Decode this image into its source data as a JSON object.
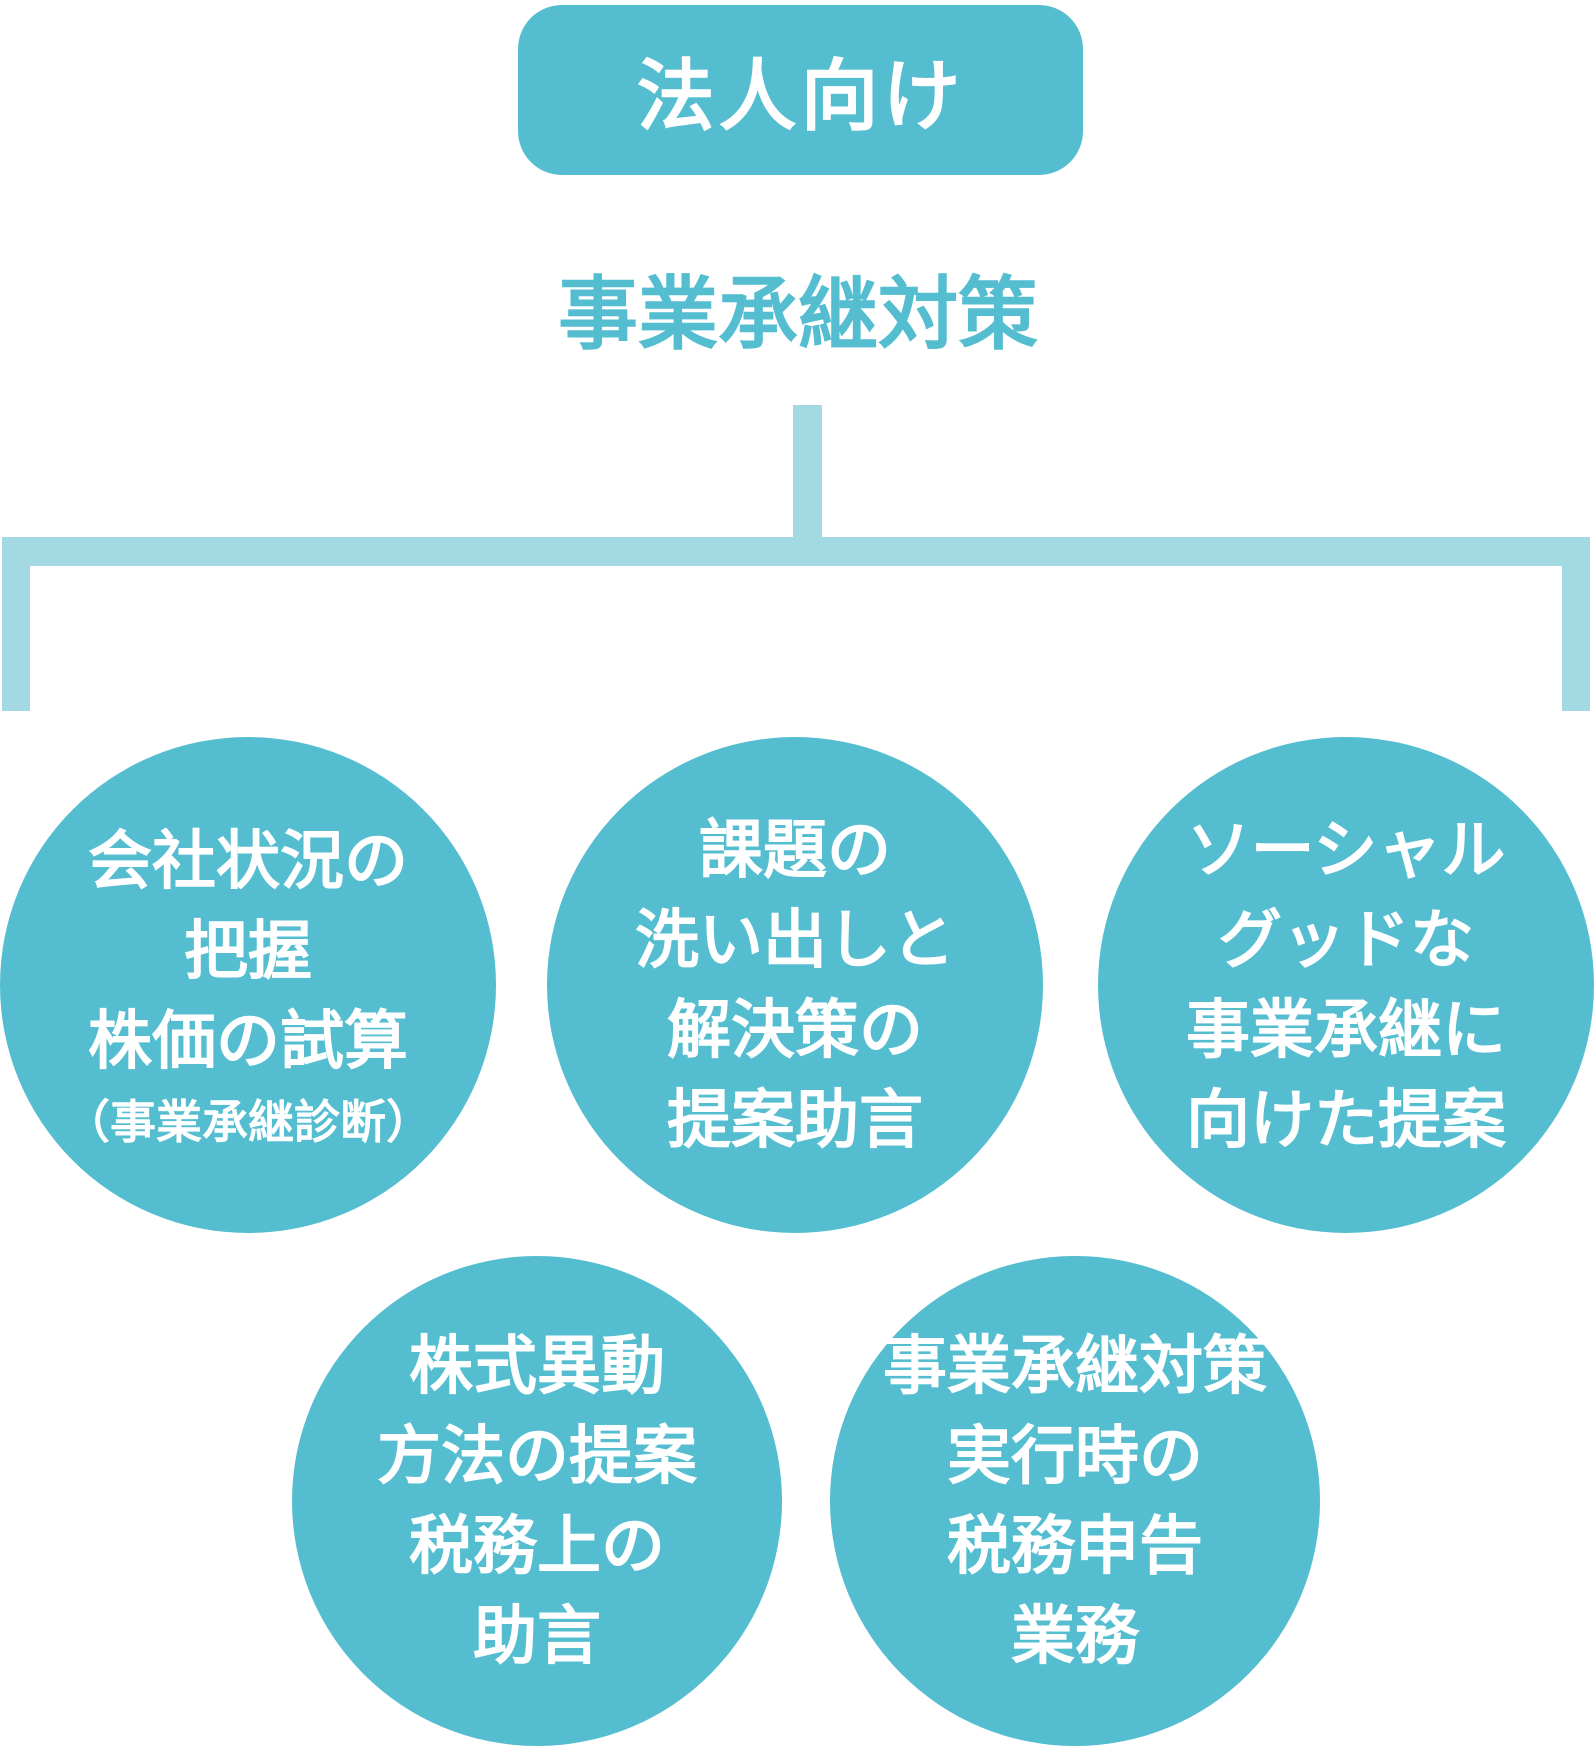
{
  "badge": {
    "label": "法人向け"
  },
  "title": "事業承継対策",
  "colors": {
    "primary": "#54bdd0",
    "connector": "#a3d9e3",
    "background": "#ffffff",
    "text_on_primary": "#ffffff"
  },
  "circles": [
    {
      "name": "company-status-assessment",
      "lines": [
        "会社状況の",
        "把握",
        "株価の試算"
      ],
      "note": "（事業承継診断）"
    },
    {
      "name": "issue-identification",
      "lines": [
        "課題の",
        "洗い出しと",
        "解決策の",
        "提案助言"
      ]
    },
    {
      "name": "social-good-succession-proposal",
      "lines": [
        "ソーシャル",
        "グッドな",
        "事業承継に",
        "向けた提案"
      ]
    },
    {
      "name": "stock-transfer-tax-advice",
      "lines": [
        "株式異動",
        "方法の提案",
        "税務上の",
        "助言"
      ]
    },
    {
      "name": "succession-tax-filing",
      "lines": [
        "事業承継対策",
        "実行時の",
        "税務申告",
        "業務"
      ]
    }
  ]
}
